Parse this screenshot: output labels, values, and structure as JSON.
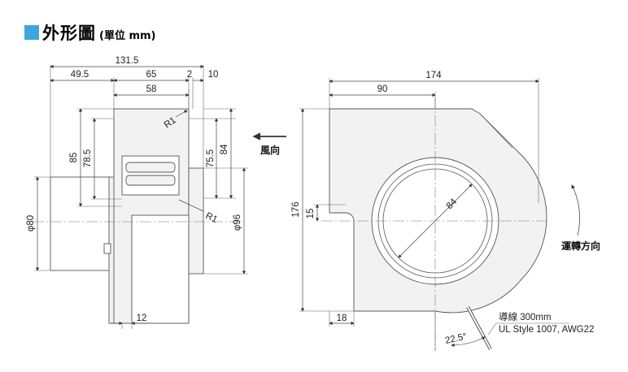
{
  "title": {
    "main": "外形圖",
    "unit": "(單位 mm)"
  },
  "colors": {
    "title_marker": "#3ea6df",
    "body_fill": "#f2f2f2",
    "line": "#444444"
  },
  "side_view": {
    "dims": {
      "overall_width": "131.5",
      "inlet_section": "49.5",
      "body_width": "65",
      "flange_gap": "2",
      "flange_depth": "10",
      "inner_width": "58",
      "outer_height": "85",
      "inner_height": "78.5",
      "right_height": "75.5",
      "outlet_height": "84",
      "inlet_dia": "φ80",
      "body_dia": "φ96",
      "bottom_width": "12",
      "radius_top": "R1",
      "radius_bottom": "R1"
    },
    "arrow_label": "風向"
  },
  "front_view": {
    "dims": {
      "overall_width": "174",
      "half_width": "90",
      "overall_height": "176",
      "outlet_offset": "15",
      "opening_dia": "84",
      "bottom_offset": "18"
    },
    "rotation_label": "運轉方向",
    "lead_wire": {
      "line1": "導線 300mm",
      "line2": "UL Style 1007, AWG22"
    },
    "lead_angle": "22.5°"
  }
}
